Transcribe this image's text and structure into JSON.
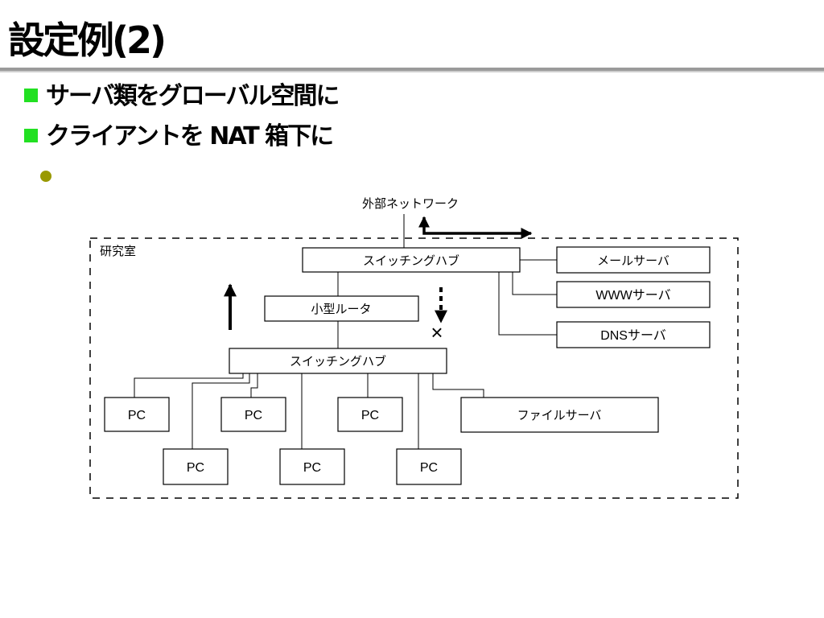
{
  "slide": {
    "title": "設定例(2)",
    "bullets": [
      "サーバ類をグローバル空間に",
      "クライアントを NAT 箱下に"
    ]
  },
  "diagram": {
    "external_label": "外部ネットワーク",
    "lab_label": "研究室",
    "top_hub": "スイッチングハブ",
    "router": "小型ルータ",
    "lower_hub": "スイッチングハブ",
    "servers": [
      "メールサーバ",
      "WWWサーバ",
      "DNSサーバ"
    ],
    "file_server": "ファイルサーバ",
    "pc_label": "PC",
    "blocked_mark": "×"
  }
}
